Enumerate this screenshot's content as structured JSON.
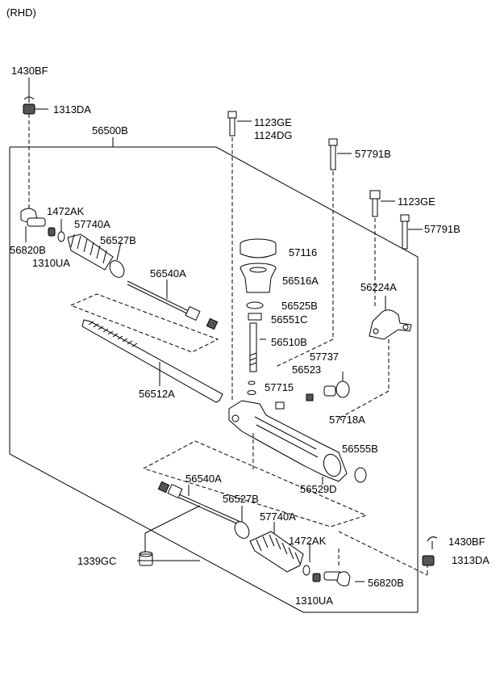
{
  "header": {
    "variant": "(RHD)"
  },
  "labels": {
    "l1430bf_top": "1430BF",
    "l1313da_top": "1313DA",
    "l56500b": "56500B",
    "l1123ge_a": "1123GE",
    "l1124dg": "1124DG",
    "l57791b_a": "57791B",
    "l1123ge_b": "1123GE",
    "l57791b_b": "57791B",
    "l1472ak_top": "1472AK",
    "l57740a_top": "57740A",
    "l56527b_top": "56527B",
    "l56820b_top": "56820B",
    "l1310ua_top": "1310UA",
    "l57116": "57116",
    "l56516a": "56516A",
    "l56540a_top": "56540A",
    "l56224a": "56224A",
    "l56525b": "56525B",
    "l56551c": "56551C",
    "l56510b": "56510B",
    "l57737": "57737",
    "l56523": "56523",
    "l57715": "57715",
    "l56512a": "56512A",
    "l57718a": "57718A",
    "l56555b": "56555B",
    "l56529d": "56529D",
    "l56540a_bot": "56540A",
    "l56527b_bot": "56527B",
    "l57740a_bot": "57740A",
    "l1430bf_bot": "1430BF",
    "l1472ak_bot": "1472AK",
    "l1313da_bot": "1313DA",
    "l1339gc": "1339GC",
    "l56820b_bot": "56820B",
    "l1310ua_bot": "1310UA"
  }
}
